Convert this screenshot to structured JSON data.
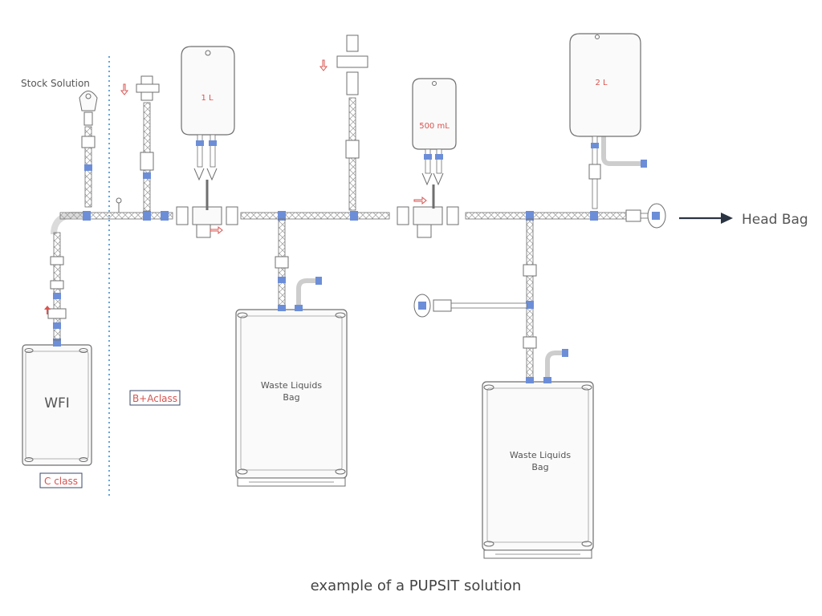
{
  "labels": {
    "stock_solution": "Stock Solution",
    "wfi": "WFI",
    "c_class": "C class",
    "ba_class": "B+Aclass",
    "bag_1l": "1 L",
    "bag_500ml": "500 mL",
    "bag_2l": "2 L",
    "waste_bag_1_line1": "Waste Liquids",
    "waste_bag_1_line2": "Bag",
    "waste_bag_2_line1": "Waste Liquids",
    "waste_bag_2_line2": "Bag",
    "head_bag": "Head Bag",
    "caption": "example of a PUPSIT solution"
  },
  "colors": {
    "line": "#6f6f6f",
    "tube_fill": "#f4f4f4",
    "connector": "#6c8ed8",
    "accent_red": "#d9534f",
    "class_box_border": "#3a4a6b",
    "divider": "#3a8fd6",
    "arrow": "#2a3442",
    "text": "#555555"
  }
}
